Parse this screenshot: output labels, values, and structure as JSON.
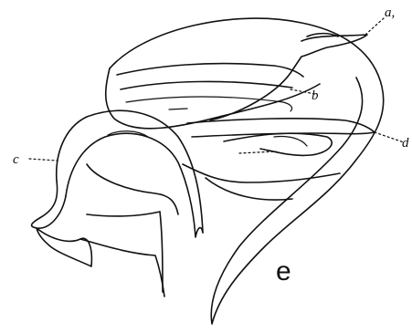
{
  "labels": {
    "a1": "a,",
    "b": "b",
    "c": "c",
    "d": "d",
    "e": "e"
  }
}
